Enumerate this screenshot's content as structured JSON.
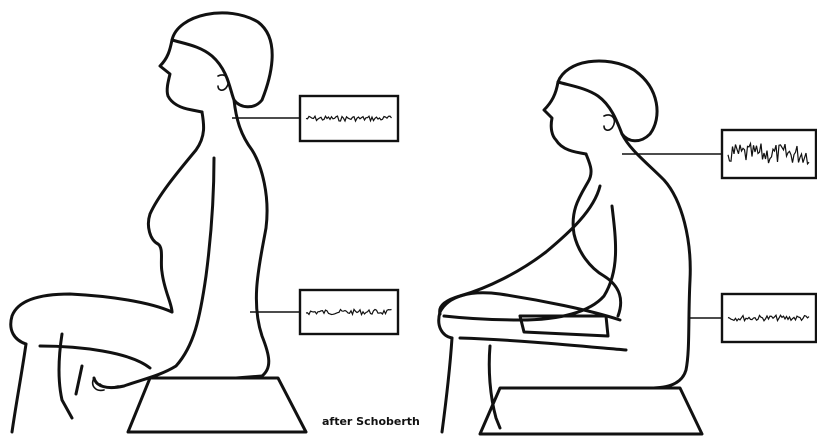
{
  "credit": "after Schoberth",
  "emg_traces": [
    {
      "id": "upright-neck",
      "activity": "low"
    },
    {
      "id": "upright-lumbar",
      "activity": "low"
    },
    {
      "id": "slumped-neck",
      "activity": "high"
    },
    {
      "id": "slumped-lumbar",
      "activity": "low"
    }
  ]
}
